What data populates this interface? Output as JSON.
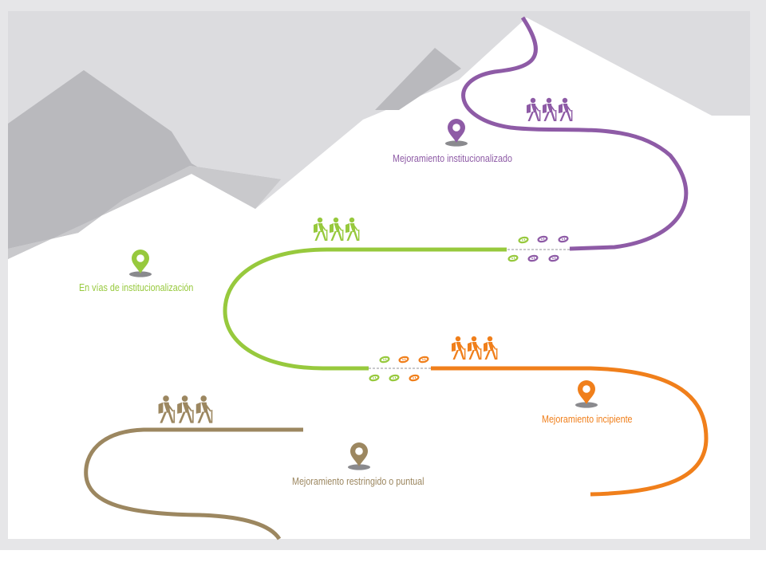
{
  "colors": {
    "purple": "#8E5BA6",
    "green": "#97C93D",
    "orange": "#F07F1B",
    "brown": "#9C8760",
    "mountain_dark": "#B9B9BD",
    "mountain_light": "#DCDCDF",
    "frame": "#E6E6E8"
  },
  "stages": [
    {
      "key": "institutionalized",
      "label": "Mejoramiento institucionalizado",
      "color_key": "purple",
      "icons": [
        "location-pin-icon",
        "hikers-icon"
      ]
    },
    {
      "key": "in-progress",
      "label": "En vías de institucionalización",
      "color_key": "green",
      "icons": [
        "location-pin-icon",
        "hikers-icon"
      ]
    },
    {
      "key": "incipient",
      "label": "Mejoramiento incipiente",
      "color_key": "orange",
      "icons": [
        "location-pin-icon",
        "hikers-icon"
      ]
    },
    {
      "key": "restricted",
      "label": "Mejoramiento restringido o puntual",
      "color_key": "brown",
      "icons": [
        "location-pin-icon",
        "hikers-icon"
      ]
    }
  ],
  "transition_icons": [
    "footprints-icon"
  ]
}
